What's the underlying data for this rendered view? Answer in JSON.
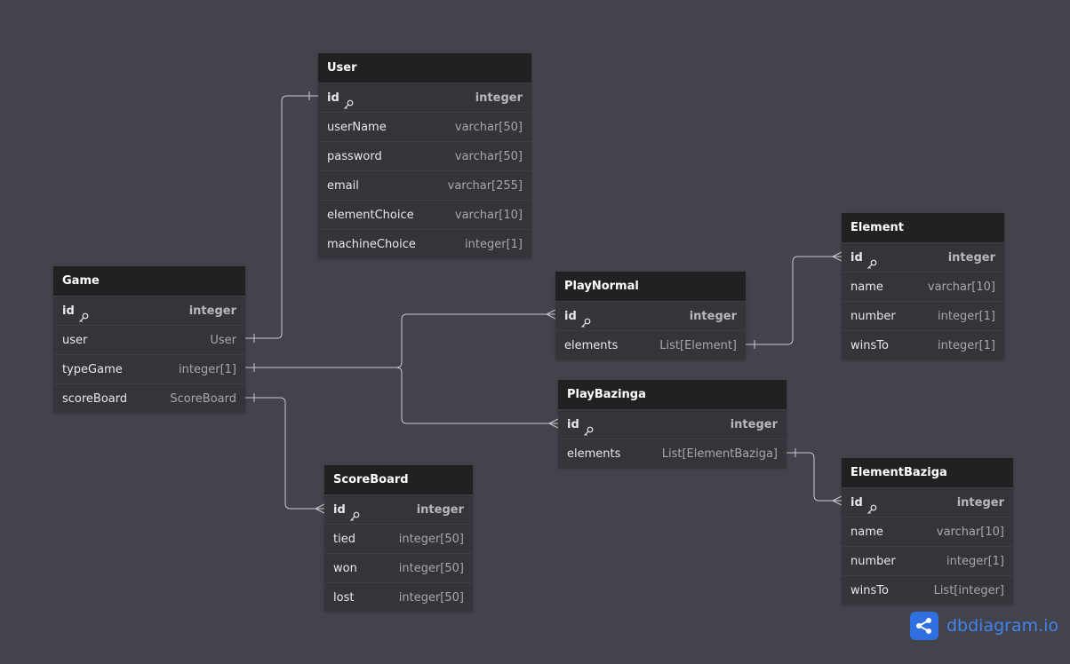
{
  "tables": {
    "user": {
      "name": "User",
      "columns": [
        {
          "name": "id",
          "type": "integer",
          "pk": true
        },
        {
          "name": "userName",
          "type": "varchar[50]"
        },
        {
          "name": "password",
          "type": "varchar[50]"
        },
        {
          "name": "email",
          "type": "varchar[255]"
        },
        {
          "name": "elementChoice",
          "type": "varchar[10]"
        },
        {
          "name": "machineChoice",
          "type": "integer[1]"
        }
      ]
    },
    "game": {
      "name": "Game",
      "columns": [
        {
          "name": "id",
          "type": "integer",
          "pk": true
        },
        {
          "name": "user",
          "type": "User"
        },
        {
          "name": "typeGame",
          "type": "integer[1]"
        },
        {
          "name": "scoreBoard",
          "type": "ScoreBoard"
        }
      ]
    },
    "playNormal": {
      "name": "PlayNormal",
      "columns": [
        {
          "name": "id",
          "type": "integer",
          "pk": true
        },
        {
          "name": "elements",
          "type": "List[Element]"
        }
      ]
    },
    "playBazinga": {
      "name": "PlayBazinga",
      "columns": [
        {
          "name": "id",
          "type": "integer",
          "pk": true
        },
        {
          "name": "elements",
          "type": "List[ElementBaziga]"
        }
      ]
    },
    "element": {
      "name": "Element",
      "columns": [
        {
          "name": "id",
          "type": "integer",
          "pk": true
        },
        {
          "name": "name",
          "type": "varchar[10]"
        },
        {
          "name": "number",
          "type": "integer[1]"
        },
        {
          "name": "winsTo",
          "type": "integer[1]"
        }
      ]
    },
    "elementBaziga": {
      "name": "ElementBaziga",
      "columns": [
        {
          "name": "id",
          "type": "integer",
          "pk": true
        },
        {
          "name": "name",
          "type": "varchar[10]"
        },
        {
          "name": "number",
          "type": "integer[1]"
        },
        {
          "name": "winsTo",
          "type": "List[integer]"
        }
      ]
    },
    "scoreBoard": {
      "name": "ScoreBoard",
      "columns": [
        {
          "name": "id",
          "type": "integer",
          "pk": true
        },
        {
          "name": "tied",
          "type": "integer[50]"
        },
        {
          "name": "won",
          "type": "integer[50]"
        },
        {
          "name": "lost",
          "type": "integer[50]"
        }
      ]
    }
  },
  "brand": {
    "text": "dbdiagram.io",
    "color": "#3f84f0",
    "icon": "share-network-icon"
  },
  "colors": {
    "background": "#43434b",
    "header": "#212124",
    "body": "#34343b",
    "line": "#c9c9cf"
  }
}
